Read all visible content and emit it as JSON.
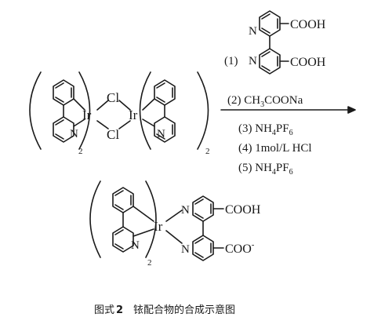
{
  "reactant": {
    "ir1": "Ir",
    "ir2": "Ir",
    "cl_top": "Cl",
    "cl_bottom": "Cl",
    "n_left": "N",
    "n_right": "N",
    "sub_left": "2",
    "sub_right": "2"
  },
  "reagent_structure": {
    "n_top": "N",
    "n_bottom": "N",
    "cooh_top": "COOH",
    "cooh_bottom": "COOH",
    "step1_label": "(1)"
  },
  "conditions": {
    "step2_prefix": "(2) CH",
    "step2_sub3": "3",
    "step2_suffix": "COONa",
    "step3_prefix": "(3) NH",
    "step3_sub4": "4",
    "step3_pf": "PF",
    "step3_sub6": "6",
    "step4": "(4)  1mol/L HCl",
    "step5_prefix": "(5) NH",
    "step5_sub4": "4",
    "step5_pf": "PF",
    "step5_sub6": "6"
  },
  "product": {
    "ir": "Ir",
    "n_phpy": "N",
    "sub": "2",
    "n_top": "N",
    "n_bottom": "N",
    "cooh": "COOH",
    "coo": "COO",
    "coo_charge": "-"
  },
  "caption": {
    "label": "图式",
    "number": "2",
    "text": "铱配合物的合成示意图"
  }
}
